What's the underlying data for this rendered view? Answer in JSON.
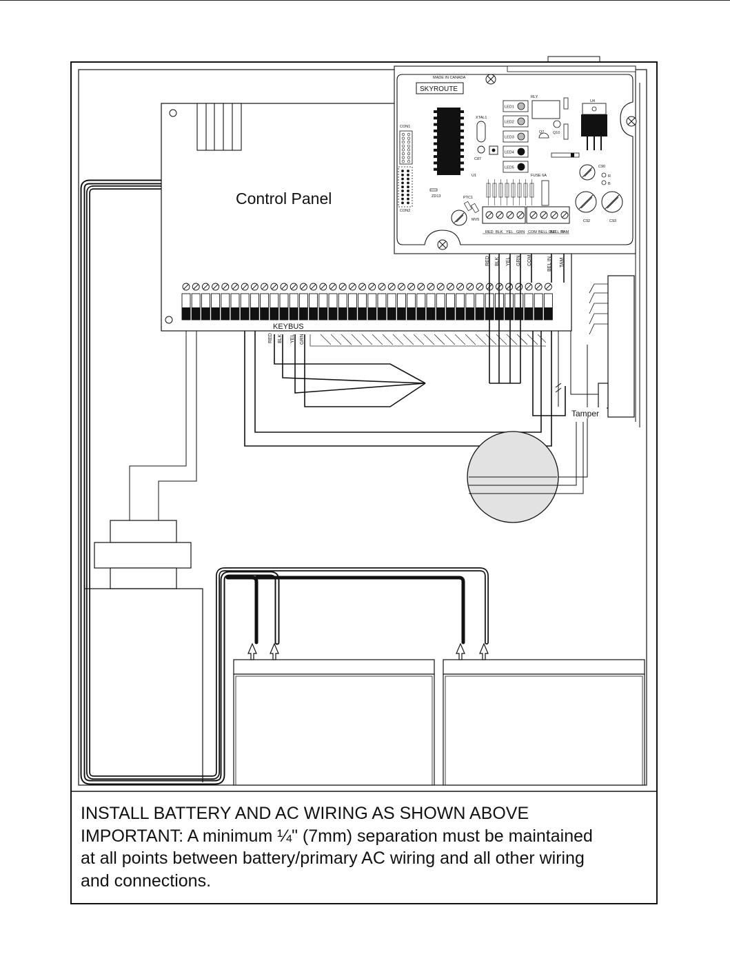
{
  "diagram": {
    "control_panel_label": "Control Panel",
    "keybus_label": "KEYBUS",
    "keybus_wires": [
      "RED",
      "BLK",
      "YEL",
      "GRN"
    ],
    "output_wires": [
      "RED",
      "BLK",
      "YEL",
      "GRN",
      "COM",
      "BEL IN",
      "TAM"
    ],
    "tamper_label": "Tamper",
    "module": {
      "made_in": "MADE IN CANADA",
      "brand": "SKYROUTE",
      "rly": "RLY",
      "u4": "U4",
      "xtal": "XTAL1",
      "u1": "U1",
      "c87": "C87",
      "con1": "CON1",
      "con2": "CON2",
      "zd13": "ZD13",
      "ptc1": "PTC1",
      "mv5": "MV5",
      "q7": "Q7",
      "q10": "Q10",
      "c90": "C90",
      "c92": "C92",
      "c93": "C93",
      "r": "R",
      "b": "B",
      "fuse": "FUSE 6A",
      "leds": [
        "LED1",
        "LED2",
        "LED3",
        "LED4",
        "LED5"
      ],
      "terminals_left": [
        "RED",
        "BLK",
        "YEL",
        "GRN"
      ],
      "terminals_right": [
        "COM",
        "BELL OUT",
        "BELL IN",
        "TAM"
      ]
    }
  },
  "caption": {
    "line1": "INSTALL BATTERY AND AC WIRING AS SHOWN ABOVE",
    "line2": "IMPORTANT: A minimum ¼\" (7mm) separation must be maintained",
    "line3": "at all points between battery/primary AC wiring and all other wiring",
    "line4": "and connections."
  }
}
